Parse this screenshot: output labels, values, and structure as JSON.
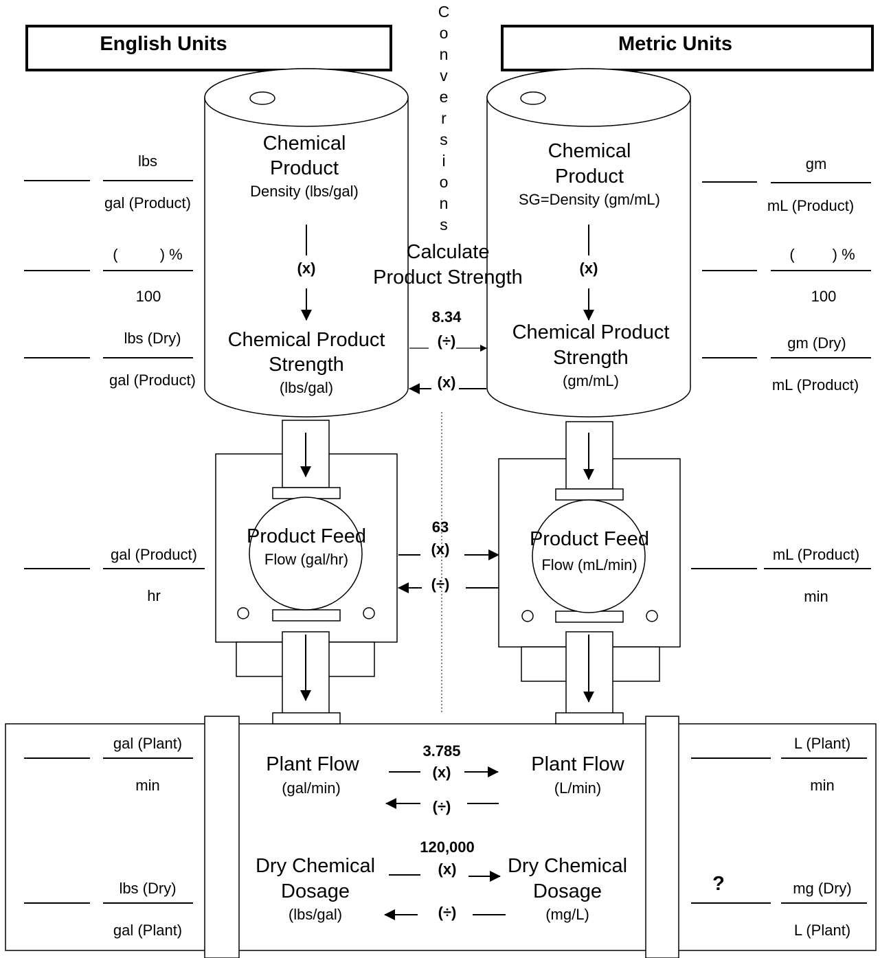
{
  "headers": {
    "english": "English Units",
    "metric": "Metric Units"
  },
  "conversions_letters": [
    "C",
    "o",
    "n",
    "v",
    "e",
    "r",
    "s",
    "i",
    "o",
    "n",
    "s"
  ],
  "center": {
    "calculate_line1": "Calculate",
    "calculate_line2": "Product Strength",
    "c1_factor": "8.34",
    "c1_fwd": "(÷)",
    "c1_back": "(x)",
    "c2_factor": "63",
    "c2_fwd": "(x)",
    "c2_back": "(÷)",
    "c3_factor": "3.785",
    "c3_fwd": "(x)",
    "c3_back": "(÷)",
    "c4_factor": "120,000",
    "c4_fwd": "(x)",
    "c4_back": "(÷)"
  },
  "left_drum": {
    "line1": "Chemical",
    "line2": "Product",
    "sub": "Density (lbs/gal)",
    "op": "(x)",
    "strength1": "Chemical Product",
    "strength2": "Strength",
    "strength_unit": "(lbs/gal)"
  },
  "right_drum": {
    "line1": "Chemical",
    "line2": "Product",
    "sub": "SG=Density (gm/mL)",
    "op": "(x)",
    "strength1": "Chemical Product",
    "strength2": "Strength",
    "strength_unit": "(gm/mL)"
  },
  "left_pump": {
    "line1": "Product Feed",
    "line2": "Flow (gal/hr)"
  },
  "right_pump": {
    "line1": "Product Feed",
    "line2": "Flow (mL/min)"
  },
  "pipe": {
    "plant_left1": "Plant Flow",
    "plant_left2": "(gal/min)",
    "plant_right1": "Plant Flow",
    "plant_right2": "(L/min)",
    "dose_left1": "Dry Chemical",
    "dose_left2": "Dosage",
    "dose_left3": "(lbs/gal)",
    "dose_right1": "Dry Chemical",
    "dose_right2": "Dosage",
    "dose_right3": "(mg/L)"
  },
  "left_fractions": [
    {
      "num": "lbs",
      "den": "gal (Product)"
    },
    {
      "num": "(          ) %",
      "den": "100"
    },
    {
      "num": "lbs (Dry)",
      "den": "gal (Product)"
    },
    {
      "num": "gal (Product)",
      "den": "hr"
    },
    {
      "num": "gal (Plant)",
      "den": "min"
    },
    {
      "num": "lbs (Dry)",
      "den": "gal (Plant)"
    }
  ],
  "right_fractions": [
    {
      "num": "gm",
      "den": "mL (Product)"
    },
    {
      "num": "(         ) %",
      "den": "100"
    },
    {
      "num": "gm (Dry)",
      "den": "mL (Product)"
    },
    {
      "num": "mL (Product)",
      "den": "min"
    },
    {
      "num": "L (Plant)",
      "den": "min"
    },
    {
      "num": "mg (Dry)",
      "den": "L (Plant)"
    }
  ],
  "question_mark": "?"
}
